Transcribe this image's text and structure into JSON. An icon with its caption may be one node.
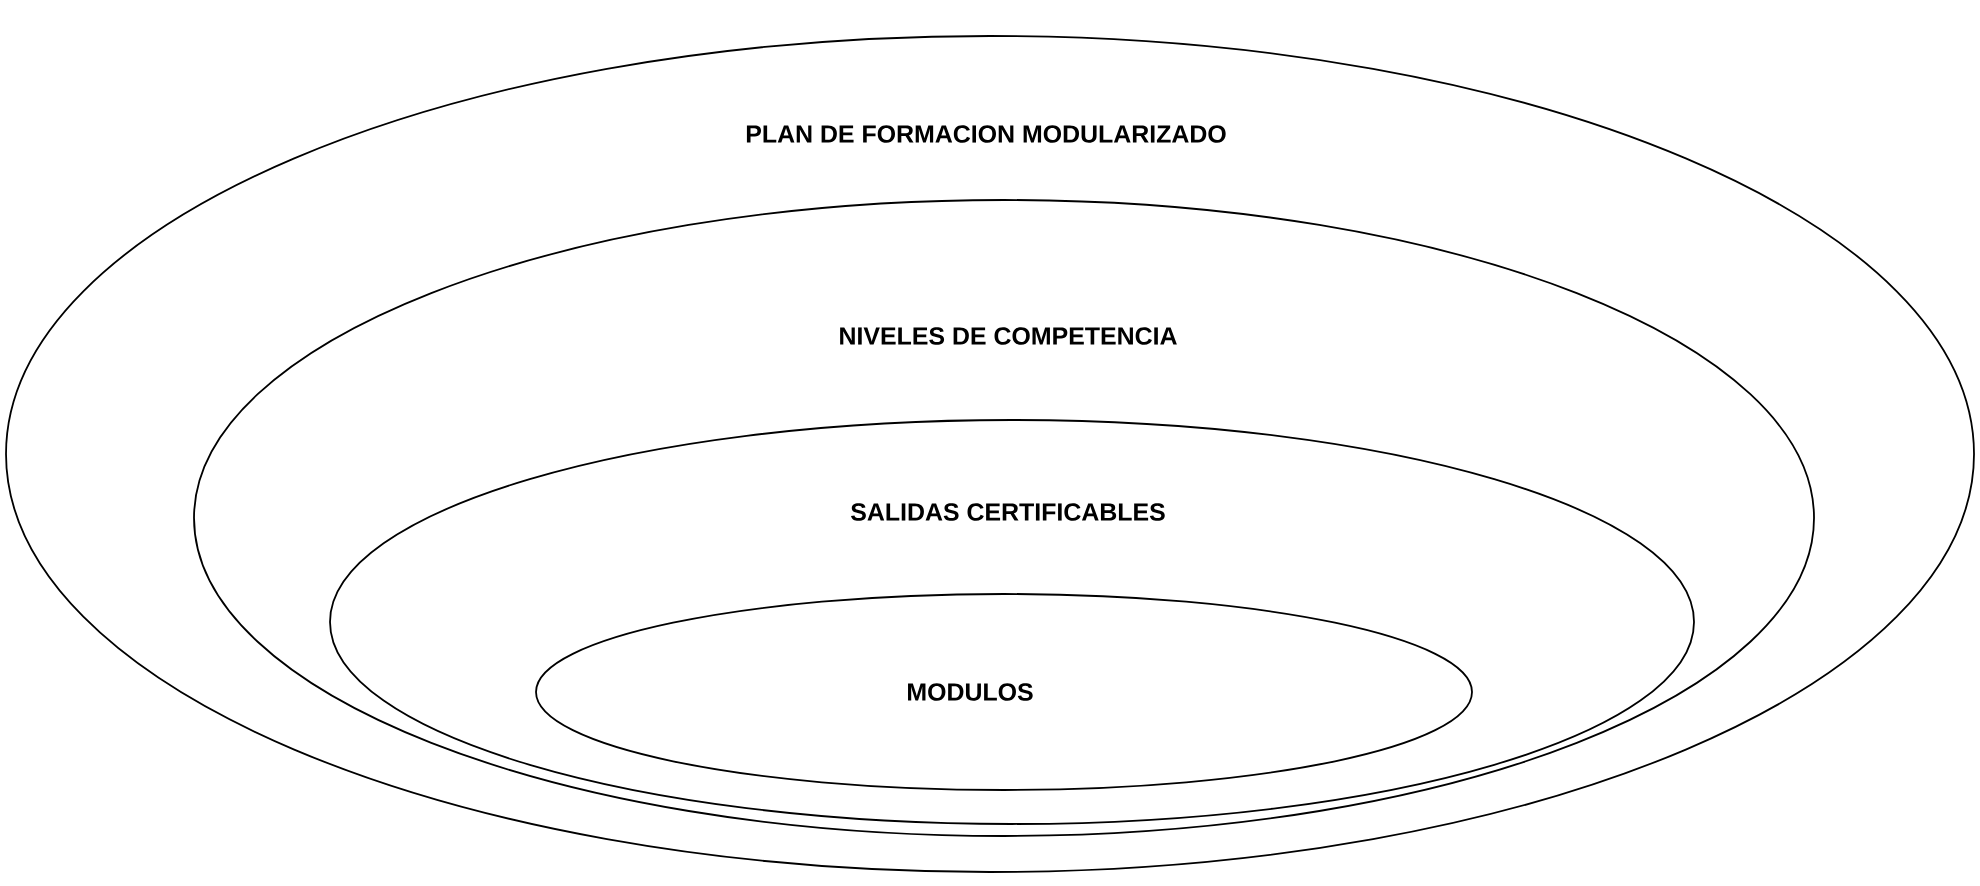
{
  "diagram": {
    "nodes": [
      {
        "text": [
          "PLAN DE FORMACION MODULARIZADO"
        ]
      },
      {
        "text": [
          "NIVELES DE COMPETENCIA"
        ],
        "in": 0
      },
      {
        "text": [
          "SALIDAS CERTIFICABLES"
        ],
        "in": 1
      },
      {
        "text": [
          "MODULOS"
        ],
        "in": 2
      }
    ]
  }
}
